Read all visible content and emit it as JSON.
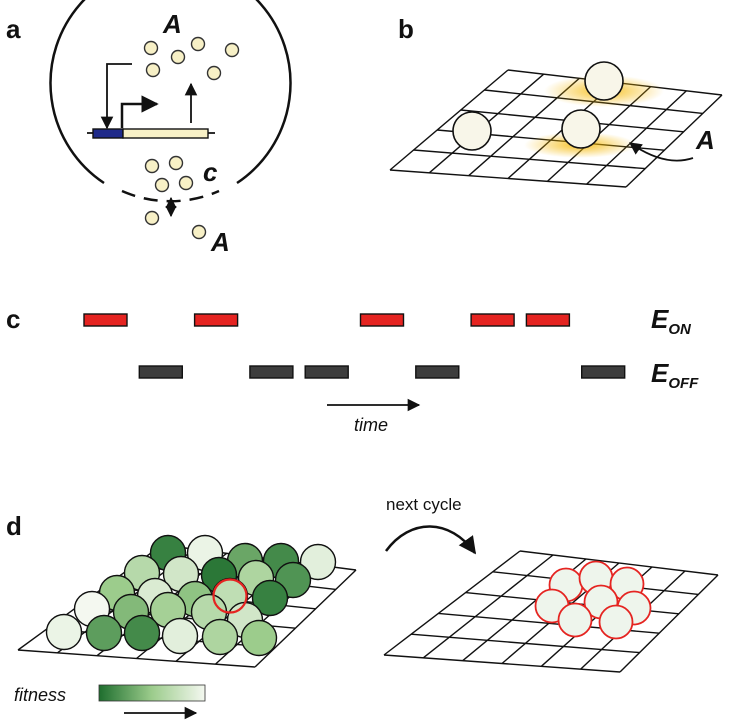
{
  "panels": {
    "a": {
      "label": "a",
      "signal_label": "A",
      "concentration_label": "c",
      "outside_label": "A",
      "molecule_color": "#f7f0c6",
      "promoter_color": "#1f2a8a",
      "gene_color": "#f7f0c6"
    },
    "b": {
      "label": "b",
      "signal_label": "A",
      "glow_color": "#f5b700",
      "cell_fill": "#f8f6e9"
    },
    "c": {
      "label": "c",
      "on_label_main": "E",
      "on_label_sub": "ON",
      "off_label_main": "E",
      "off_label_sub": "OFF",
      "time_label": "time",
      "on_color": "#e52421",
      "off_color": "#3d3d3d",
      "on_events": [
        0,
        2,
        5,
        7,
        8
      ],
      "off_events": [
        1,
        3,
        4,
        6,
        9
      ]
    },
    "d": {
      "label": "d",
      "next_cycle_label": "next cycle",
      "fitness_label": "fitness",
      "selected_outline_color": "#e52421",
      "fitness_gradient": [
        "#1e6e2e",
        "#9ccc8c",
        "#f4f8f0"
      ],
      "population_fitness": [
        0.9,
        0.05,
        0.7,
        0.85,
        0.1,
        0.35,
        0.2,
        0.95,
        0.4,
        0.8,
        0.5,
        0.15,
        0.55,
        0.3,
        0.9,
        0.0,
        0.6,
        0.45,
        0.35,
        0.2,
        0.05,
        0.75,
        0.85,
        0.1,
        0.4,
        0.5
      ]
    }
  }
}
